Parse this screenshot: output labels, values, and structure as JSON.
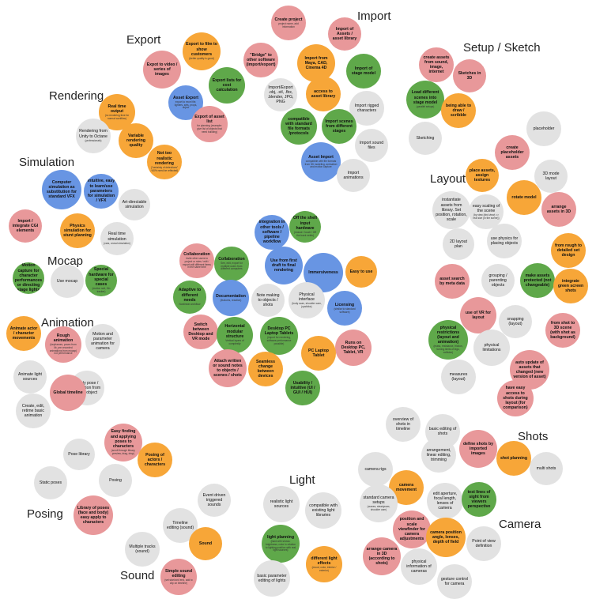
{
  "colors": {
    "pink": "#e8989a",
    "orange": "#f7a638",
    "green": "#5fa84a",
    "blue": "#6895e3",
    "grey": "#e2e2e2"
  },
  "clusters": [
    {
      "id": "import",
      "title": "Import",
      "items": [
        {
          "label": "Create project",
          "note": "project name, add information",
          "color": "pink"
        },
        {
          "label": "Import of Assets / asset library",
          "color": "pink"
        },
        {
          "label": "\"Bridge\" to other software (import/export)",
          "color": "pink"
        },
        {
          "label": "Import from Maya, CAD, Cinema 4D",
          "color": "orange"
        },
        {
          "label": "Import of stage model",
          "color": "green"
        },
        {
          "label": "Import/Export .obj, .stl, .fbx, .blender, JPG, PNG",
          "color": "grey"
        },
        {
          "label": "access to asset library",
          "color": "orange"
        },
        {
          "label": "Import rigged characters",
          "color": "grey"
        },
        {
          "label": "compatible with standard file formats /protocols",
          "color": "green"
        },
        {
          "label": "Import scenes from different stages",
          "color": "green"
        },
        {
          "label": "Import sound files",
          "color": "grey"
        },
        {
          "label": "Asset Import",
          "note": "compatible with file formats from 3D modeling, animation and motion capture",
          "color": "blue"
        },
        {
          "label": "Import animations",
          "color": "grey"
        }
      ]
    },
    {
      "id": "export",
      "title": "Export",
      "items": [
        {
          "label": "Export to film to show customers",
          "note": "(better quality is good)",
          "color": "orange"
        },
        {
          "label": "Expot to video / series of images",
          "color": "pink"
        },
        {
          "label": "Export lists for cost calculation",
          "color": "green"
        },
        {
          "label": "Asset Export",
          "note": "export to excel file, lighters, sets, props, object",
          "color": "blue"
        },
        {
          "label": "Export of asset list",
          "note": "for planning (example: give list of objects that need building)",
          "color": "pink"
        }
      ]
    },
    {
      "id": "rendering",
      "title": "Rendering",
      "items": [
        {
          "label": "Real time output",
          "note": "(no rendering time for normal workflow)",
          "color": "orange"
        },
        {
          "label": "Rendering from Unity to Octane",
          "note": "(professionals)",
          "color": "grey"
        },
        {
          "label": "Variable rendering quality",
          "color": "orange"
        },
        {
          "label": "Not too realistic rendering",
          "note": "(\"certainty of detections\" / 60% need be reflected)",
          "color": "orange"
        }
      ]
    },
    {
      "id": "simulation",
      "title": "Simulation",
      "items": [
        {
          "label": "Computer simulation as substitution for standard VFX",
          "color": "blue"
        },
        {
          "label": "Intuitive, easy to learn/use parameters for simulation / VFX",
          "color": "blue"
        },
        {
          "label": "Art-directable simulation",
          "color": "grey"
        },
        {
          "label": "Import / integrate CGI elements",
          "color": "pink"
        },
        {
          "label": "Physics simulation for stunt planning",
          "color": "orange"
        },
        {
          "label": "Real time simulation",
          "note": "(cars, crowd simulation)",
          "color": "grey"
        }
      ]
    },
    {
      "id": "mocap",
      "title": "Mocap",
      "items": [
        {
          "label": "Motion capture for character performances or directing stage lights",
          "color": "green"
        },
        {
          "label": "Use mocap",
          "color": "grey"
        },
        {
          "label": "Special hardware for special cases",
          "note": "(motion suit, Kin tracker)",
          "color": "green"
        }
      ]
    },
    {
      "id": "animation",
      "title": "Animation",
      "items": [
        {
          "label": "Animate actor / character movements",
          "color": "orange"
        },
        {
          "label": "Rough animation",
          "note": "(keyframes, poses from lib, pre-recorded animations from mocap) not performance",
          "color": "pink"
        },
        {
          "label": "Motion and parameter animation for camera",
          "color": "grey"
        },
        {
          "label": "Animate light sources",
          "color": "grey"
        },
        {
          "label": "Apply pose / animation from lib to object",
          "color": "grey"
        },
        {
          "label": "Global timeline",
          "color": "pink"
        },
        {
          "label": "Create, edit, retime basic animation",
          "color": "grey"
        }
      ]
    },
    {
      "id": "posing",
      "title": "Posing",
      "items": [
        {
          "label": "Easy finding and applying poses to characters",
          "note": "(scroll through library, preview, drag, drop)",
          "color": "pink"
        },
        {
          "label": "Pose library",
          "color": "grey"
        },
        {
          "label": "Posing of actors / characters",
          "color": "orange"
        },
        {
          "label": "Static poses",
          "color": "grey"
        },
        {
          "label": "Posing",
          "color": "grey"
        },
        {
          "label": "Library of poses (face and body) easy apply to characters",
          "color": "pink"
        }
      ]
    },
    {
      "id": "sound",
      "title": "Sound",
      "items": [
        {
          "label": "Event driven triggered sounds",
          "color": "grey"
        },
        {
          "label": "Timeline editing (sound)",
          "color": "grey"
        },
        {
          "label": "Sound",
          "color": "orange"
        },
        {
          "label": "Multiple tracks (sound)",
          "color": "grey"
        },
        {
          "label": "Simple sound editing",
          "note": "(set start and end, add to clip on timeline)",
          "color": "pink"
        }
      ]
    },
    {
      "id": "light",
      "title": "Light",
      "items": [
        {
          "label": "realistic light sources",
          "color": "grey"
        },
        {
          "label": "compatible with existing light libraries",
          "color": "grey"
        },
        {
          "label": "light planning",
          "note": "(hard with shows: brightness, color in relation to lighting position with real light sources)",
          "color": "green"
        },
        {
          "label": "basic parameter editing of lights",
          "color": "grey"
        },
        {
          "label": "different light effects",
          "note": "(mood, color, interior / exterior)",
          "color": "orange"
        }
      ]
    },
    {
      "id": "shots",
      "title": "Shots",
      "items": [
        {
          "label": "overview of shots in timeline",
          "color": "grey"
        },
        {
          "label": "basic editing of shots",
          "color": "grey"
        },
        {
          "label": "arrangement, linear editing, trimming",
          "color": "grey"
        },
        {
          "label": "define shots by imported images",
          "color": "pink"
        },
        {
          "label": "shot planning",
          "color": "orange"
        },
        {
          "label": "multi shots",
          "color": "grey"
        }
      ]
    },
    {
      "id": "camera",
      "title": "Camera",
      "items": [
        {
          "label": "camera rigs",
          "color": "grey"
        },
        {
          "label": "camera movement",
          "color": "orange"
        },
        {
          "label": "edit aperture, focal length, lenses of camera",
          "color": "grey"
        },
        {
          "label": "test lines of sight from viewers perspective",
          "color": "green"
        },
        {
          "label": "standard camera setups",
          "note": "(cranes, steadycam, shoulder cam)",
          "color": "grey"
        },
        {
          "label": "position and scale viewfinder for camera adjustments",
          "color": "pink"
        },
        {
          "label": "camera position angle, lenses, depth of field",
          "color": "orange"
        },
        {
          "label": "Point of view definition",
          "color": "grey"
        },
        {
          "label": "arrange camera in 3D (according to shots)",
          "color": "pink"
        },
        {
          "label": "physical information of cameras",
          "color": "grey"
        },
        {
          "label": "gesture control for camera",
          "color": "grey"
        }
      ]
    },
    {
      "id": "setup",
      "title": "Setup / Sketch",
      "items": [
        {
          "label": "create assets from sound, image, internet",
          "color": "pink"
        },
        {
          "label": "Sketches in 3D",
          "color": "pink"
        },
        {
          "label": "Load different scenes into stage model",
          "note": "(parallel setups)",
          "color": "green"
        },
        {
          "label": "being able to draw / scribble",
          "color": "orange"
        },
        {
          "label": "Sketching",
          "color": "grey"
        }
      ]
    },
    {
      "id": "layout",
      "title": "Layout",
      "items": [
        {
          "label": "placeholder",
          "color": "grey"
        },
        {
          "label": "create placeholder assets",
          "color": "pink"
        },
        {
          "label": "place assets, assign textures",
          "color": "orange"
        },
        {
          "label": "3D mode layout",
          "color": "grey"
        },
        {
          "label": "instantiate assets from library. Set position, rotation, scale",
          "color": "grey"
        },
        {
          "label": "easy scaling of the scene",
          "note": "(by view (bird view) => real size (in the scene))",
          "color": "grey"
        },
        {
          "label": "rotate model",
          "color": "orange"
        },
        {
          "label": "arrange assets in 3D",
          "color": "pink"
        },
        {
          "label": "2D layout plan",
          "color": "grey"
        },
        {
          "label": "use physics for placing objects",
          "color": "grey"
        },
        {
          "label": "from rough to detailed set design",
          "color": "orange"
        },
        {
          "label": "asset search by meta data",
          "color": "pink"
        },
        {
          "label": "grouping / parenting objects",
          "color": "grey"
        },
        {
          "label": "make assets protected (not changeable)",
          "color": "green"
        },
        {
          "label": "integrate green screen shots",
          "color": "orange"
        },
        {
          "label": "use of VR for layout",
          "color": "pink"
        },
        {
          "label": "snapping (layout)",
          "color": "grey"
        },
        {
          "label": "from shot to 3D scene (with shot as background)",
          "color": "pink"
        },
        {
          "label": "physical restrictions (layout and animation)",
          "note": "(mass, resistance, friction, turning limits of legs, collision)",
          "color": "green"
        },
        {
          "label": "physical limitations",
          "color": "grey"
        },
        {
          "label": "auto update of assets that changed (new version of asset)",
          "color": "pink"
        },
        {
          "label": "measures (layout)",
          "color": "grey"
        },
        {
          "label": "have easy access to shots during layout (for comparison)",
          "color": "pink"
        }
      ]
    },
    {
      "id": "center",
      "title": "",
      "items": [
        {
          "label": "Integration in other tools / software / pipeline workflow",
          "color": "blue"
        },
        {
          "label": "Off the shelf input hardware",
          "note": "(mouse / touch / Off the track nelds)",
          "color": "green"
        },
        {
          "label": "Collaboration",
          "note": "Invite other users to project or roles / edit / export edit different items in the same time",
          "color": "pink"
        },
        {
          "label": "Collaboration",
          "note": "See, edit, export for multiple users from different computers",
          "color": "green"
        },
        {
          "label": "Use from first draft to final rendering",
          "color": "blue"
        },
        {
          "label": "Immersiveness",
          "color": "blue"
        },
        {
          "label": "Easy to use",
          "color": "orange"
        },
        {
          "label": "Adaptive to different needs",
          "note": "Nonlinear workflow",
          "color": "green"
        },
        {
          "label": "Documentation",
          "note": "(features, reaction)",
          "color": "blue"
        },
        {
          "label": "Note making to objects / shots",
          "color": "grey"
        },
        {
          "label": "Physical interface",
          "note": "(body scan, shoulder cam, joysticks)",
          "color": "grey"
        },
        {
          "label": "Licensing",
          "note": "(similar to standard software)",
          "color": "blue"
        },
        {
          "label": "Switch between Desktop and VR mode",
          "color": "pink"
        },
        {
          "label": "Horizontal modular structure",
          "note": "Vertical layers of complexity",
          "color": "green"
        },
        {
          "label": "Desktop PC Laptop Tablets",
          "note": "(import for rendering, software performance possible)",
          "color": "green"
        },
        {
          "label": "Runs on Desktop PC, Tablet, VR",
          "color": "pink"
        },
        {
          "label": "Attach written or sound notes to objects / scenes / shots",
          "color": "pink"
        },
        {
          "label": "Seamless change between devices",
          "color": "orange"
        },
        {
          "label": "PC Laptop Tablet",
          "color": "orange"
        },
        {
          "label": "Usability / intuitive (UI / GUI / HUI)",
          "color": "green"
        }
      ]
    }
  ]
}
